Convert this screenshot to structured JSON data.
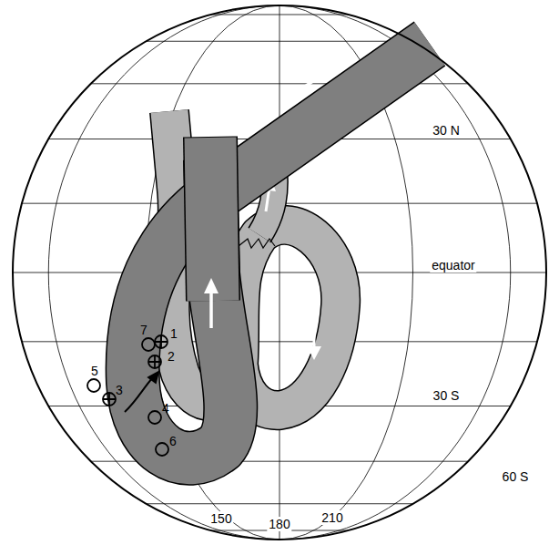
{
  "diagram": {
    "labels": [
      "30 N",
      "equator",
      "30 S",
      "60 S",
      "150",
      "180",
      "210",
      "1",
      "2",
      "3",
      "4",
      "5",
      "6",
      "7"
    ]
  }
}
